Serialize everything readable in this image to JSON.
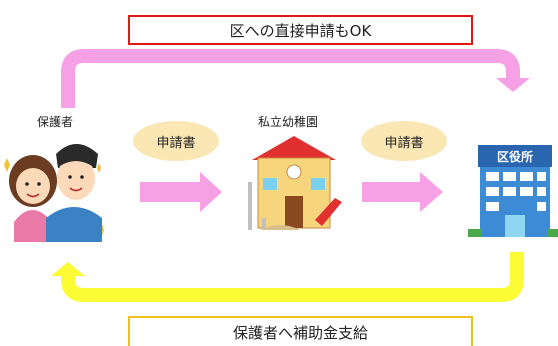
{
  "top_box": {
    "text": "区への直接申請もOK"
  },
  "bottom_box": {
    "text": "保護者へ補助金支給"
  },
  "nodes": {
    "guardian": {
      "label": "保護者"
    },
    "kindergarten": {
      "label": "私立幼稚園"
    },
    "office": {
      "sign": "区役所"
    }
  },
  "flow_labels": {
    "guardian_to_kindergarten": "申請書",
    "kindergarten_to_office": "申請書"
  },
  "colors": {
    "pink_arrow": "#f6a0e6",
    "yellow_arrow": "#fcfc34",
    "red_border": "#e01818",
    "yellow_border": "#f0c020",
    "oval_fill": "#fbe7b4"
  }
}
